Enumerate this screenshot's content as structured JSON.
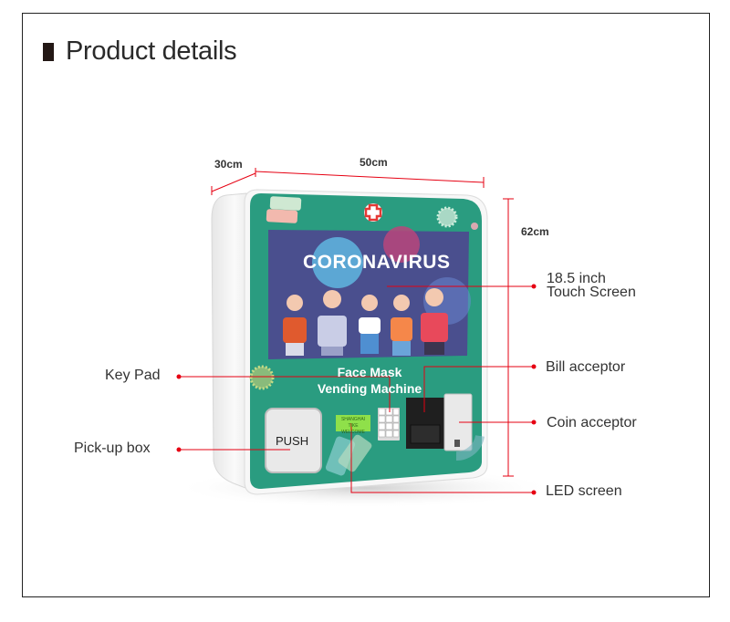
{
  "header": {
    "title": "Product details"
  },
  "dimensions": {
    "depth": "30cm",
    "width": "50cm",
    "height": "62cm"
  },
  "machine": {
    "screen_headline": "CORONAVIRUS",
    "panel_title_line1": "Face Mask",
    "panel_title_line2": "Vending Machine",
    "push_label": "PUSH",
    "led_line1": "SHANGHAI TIKE",
    "led_line2": "WELCOME",
    "colors": {
      "panel": "#2a9c80",
      "screen": "#4a4f8e",
      "callout": "#e60012",
      "body": "#f2f2f2"
    }
  },
  "callouts": {
    "touch_screen_line1": "18.5 inch",
    "touch_screen_line2": "Touch Screen",
    "key_pad": "Key Pad",
    "pickup_box": "Pick-up box",
    "bill_acceptor": "Bill acceptor",
    "coin_acceptor": "Coin acceptor",
    "led_screen": "LED screen"
  }
}
